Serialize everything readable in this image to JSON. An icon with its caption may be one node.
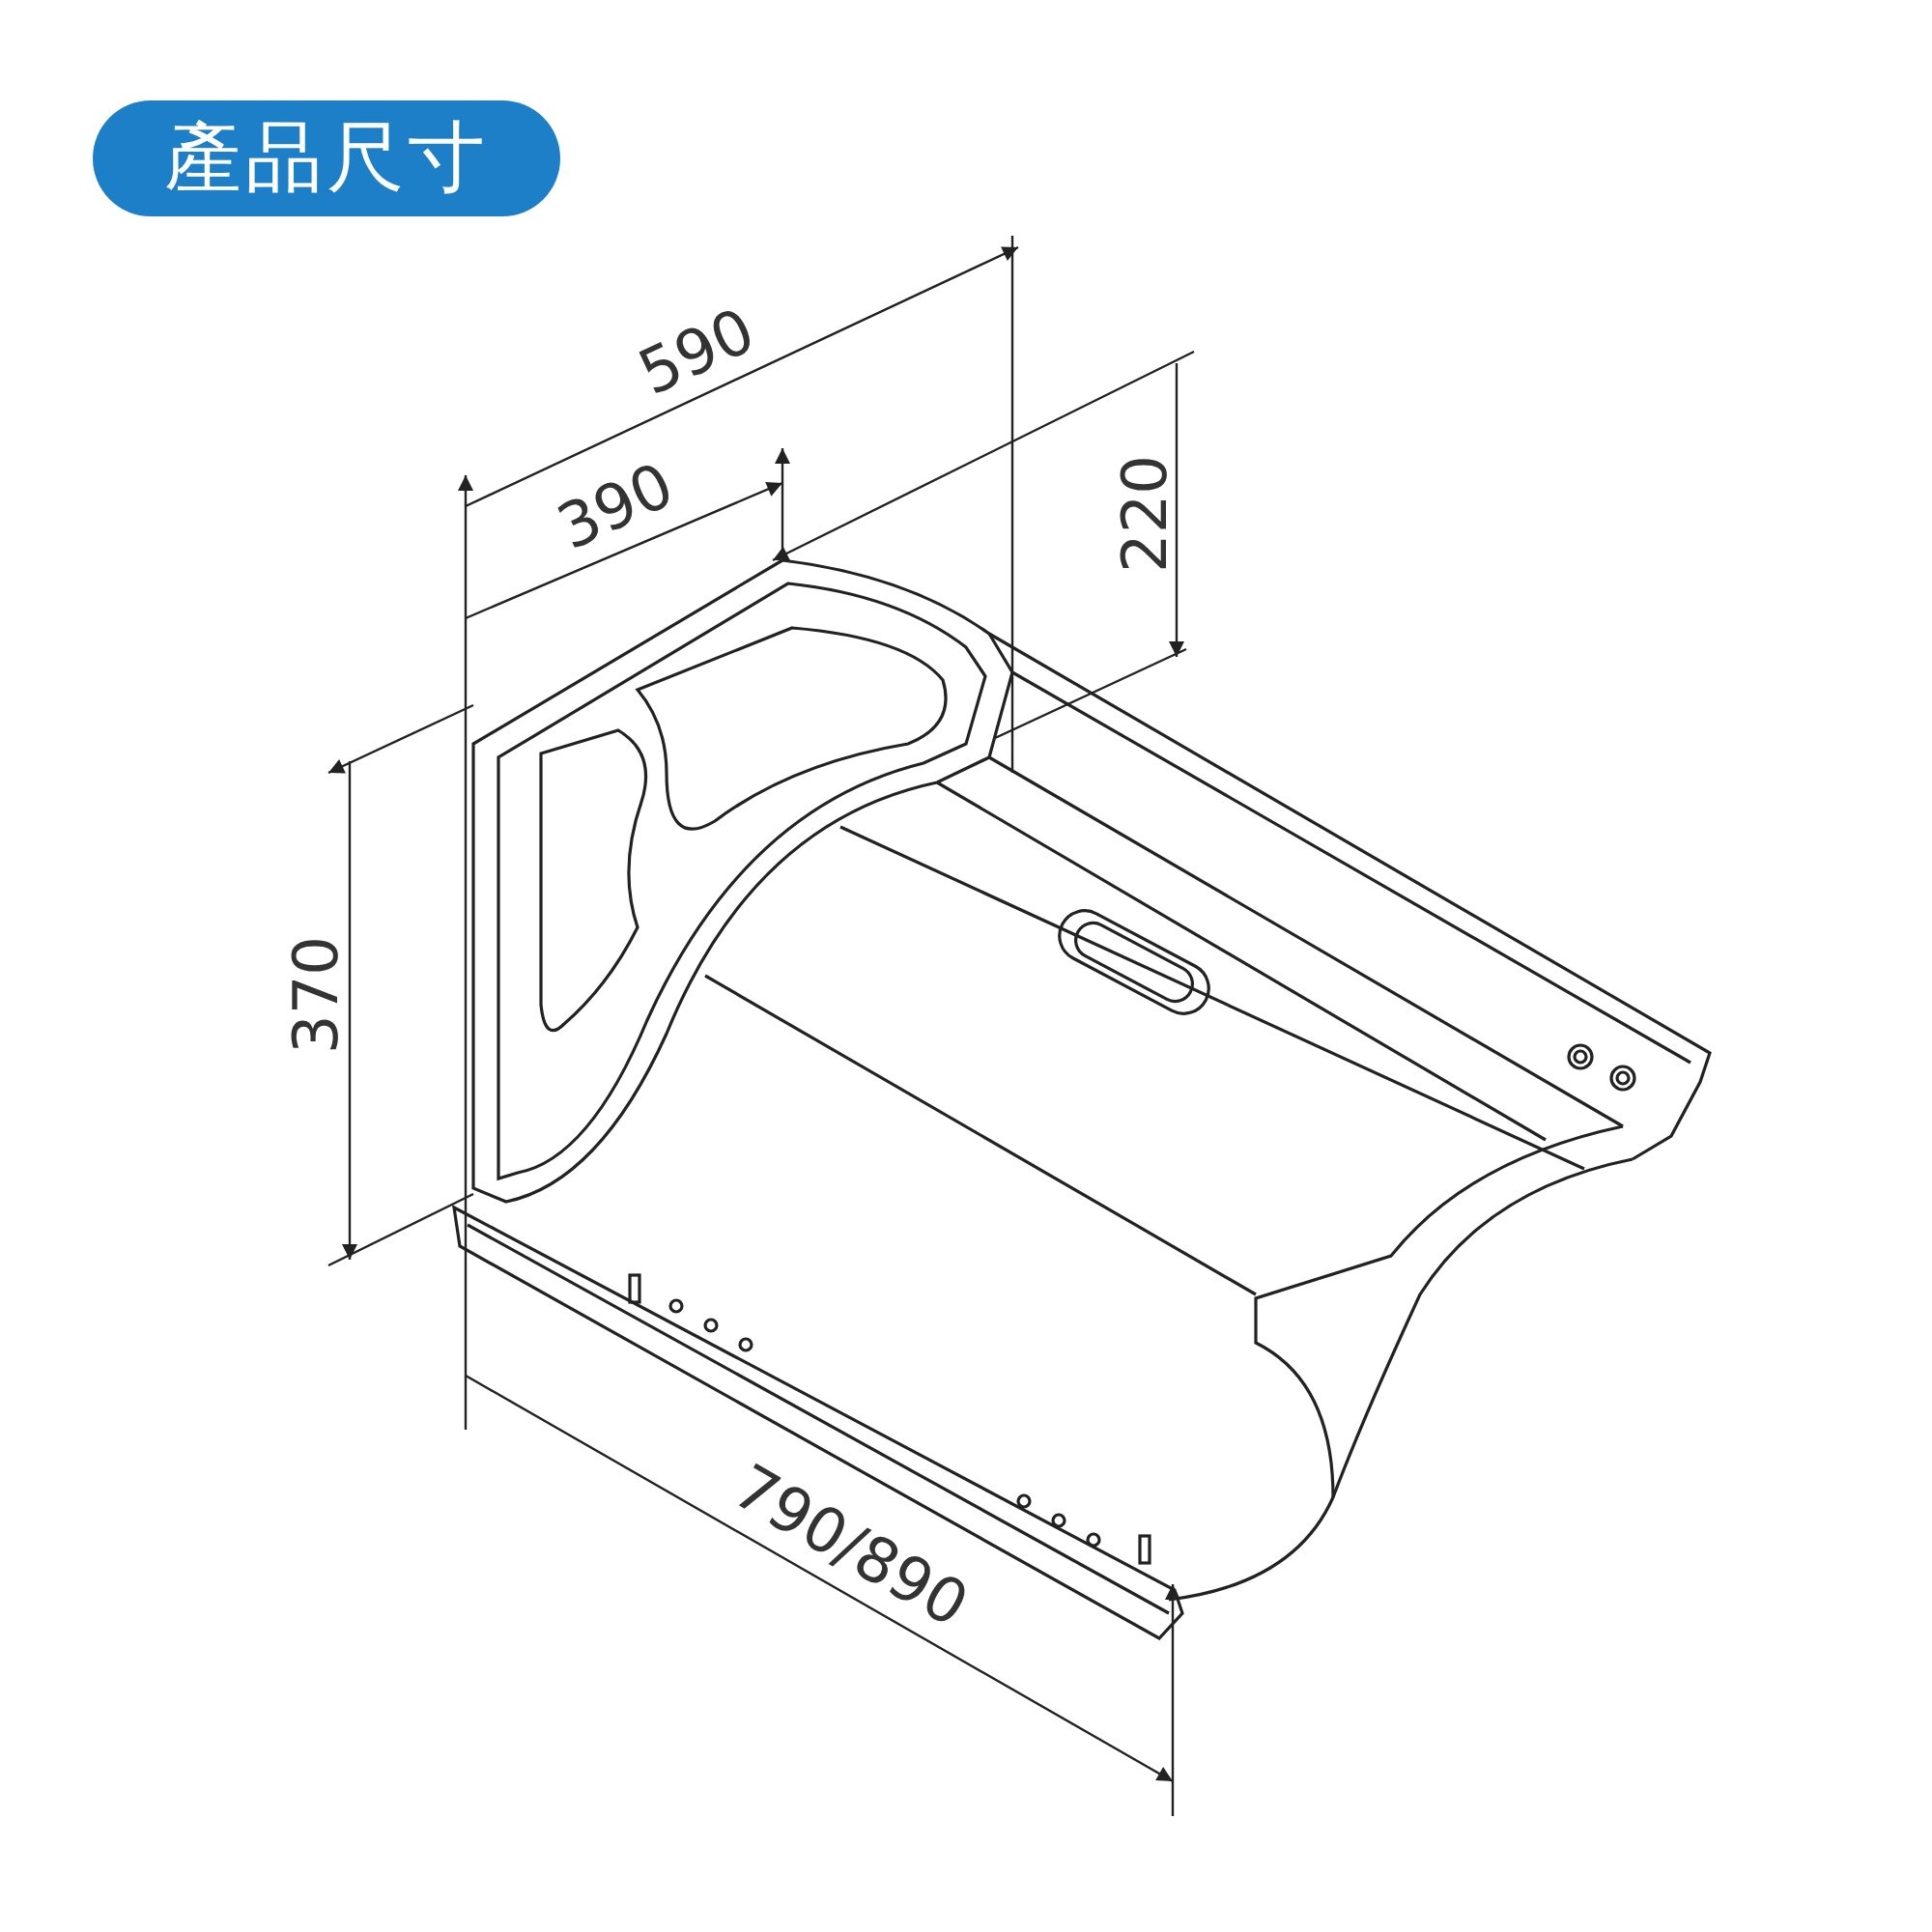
{
  "diagram": {
    "title": "產品尺寸",
    "labels": [
      "590",
      "390",
      "220",
      "370",
      "790/890"
    ]
  }
}
